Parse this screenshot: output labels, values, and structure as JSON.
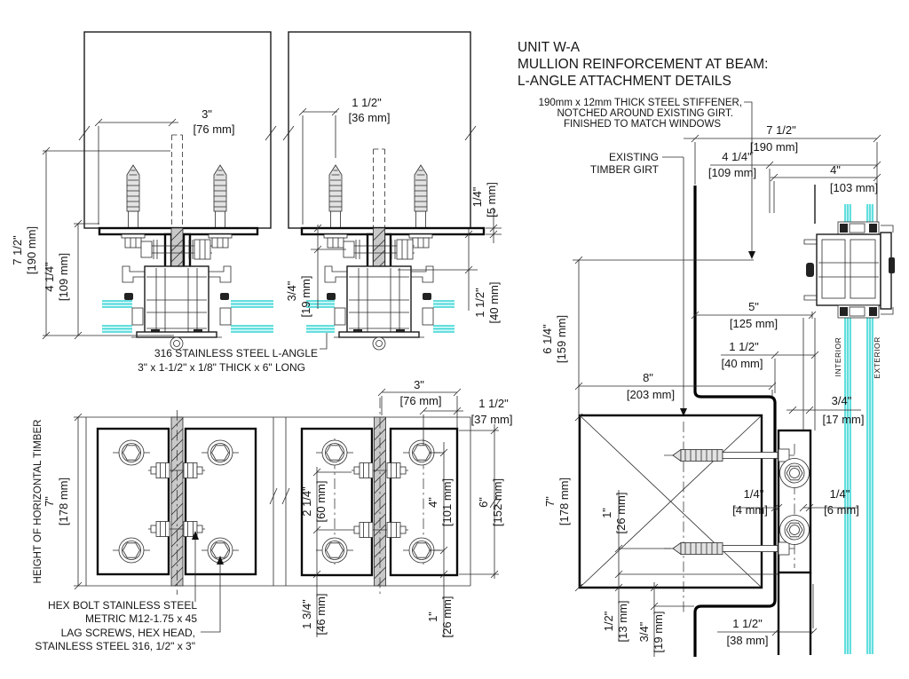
{
  "title": {
    "line1": "UNIT W-A",
    "line2": "MULLION REINFORCEMENT AT BEAM:",
    "line3": "L-ANGLE ATTACHMENT DETAILS"
  },
  "labels": {
    "stiffener_note_1": "190mm x 12mm THICK STEEL STIFFENER,",
    "stiffener_note_2": "NOTCHED AROUND EXISTING GIRT.",
    "stiffener_note_3": "FINISHED TO MATCH WINDOWS",
    "existing_1": "EXISTING",
    "existing_2": "TIMBER GIRT",
    "l_angle_1": "316 STAINLESS STEEL L-ANGLE",
    "l_angle_2": "3\" x 1-1/2\" x 1/8\" THICK x 6\" LONG",
    "hex_bolt_1": "HEX BOLT STAINLESS STEEL",
    "hex_bolt_2": "METRIC M12-1.75 x 45",
    "lag_1": "LAG SCREWS, HEX HEAD,",
    "lag_2": "STAINLESS STEEL 316, 1/2\" x 3\"",
    "height_timber": "HEIGHT OF HORIZONTAL TIMBER",
    "interior": "INTERIOR",
    "exterior": "EXTERIOR"
  },
  "dims": {
    "a_w": {
      "in": "3\"",
      "mm": "[76 mm]"
    },
    "a_h1": {
      "in": "7 1/2\"",
      "mm": "[190 mm]"
    },
    "a_h2": {
      "in": "4 1/4\"",
      "mm": "[109 mm]"
    },
    "b_w": {
      "in": "1 1/2\"",
      "mm": "[36 mm]"
    },
    "b_r1": {
      "in": "1/4\"",
      "mm": "[5 mm]"
    },
    "b_l1": {
      "in": "3/4\"",
      "mm": "[19 mm]"
    },
    "b_r2": {
      "in": "1 1/2\"",
      "mm": "[40 mm]"
    },
    "c_h": {
      "in": "7\"",
      "mm": "[178 mm]"
    },
    "d_w1": {
      "in": "3\"",
      "mm": "[76 mm]"
    },
    "d_w2": {
      "in": "1 1/2\"",
      "mm": "[37 mm]"
    },
    "d_l": {
      "in": "2 1/4\"",
      "mm": "[60 mm]"
    },
    "d_r1": {
      "in": "4\"",
      "mm": "[101 mm]"
    },
    "d_r2": {
      "in": "6\"",
      "mm": "[152 mm]"
    },
    "d_b1": {
      "in": "1 3/4\"",
      "mm": "[46 mm]"
    },
    "d_b2": {
      "in": "1\"",
      "mm": "[26 mm]"
    },
    "e_w1": {
      "in": "7 1/2\"",
      "mm": "[190 mm]"
    },
    "e_w2": {
      "in": "4 1/4\"",
      "mm": "[109 mm]"
    },
    "e_w3": {
      "in": "4\"",
      "mm": "[103 mm]"
    },
    "e_w4": {
      "in": "5\"",
      "mm": "[125 mm]"
    },
    "e_w5": {
      "in": "1 1/2\"",
      "mm": "[40 mm]"
    },
    "e_h1": {
      "in": "6 1/4\"",
      "mm": "[159 mm]"
    },
    "e_w6": {
      "in": "8\"",
      "mm": "[203 mm]"
    },
    "e_h2": {
      "in": "7\"",
      "mm": "[178 mm]"
    },
    "e_h3": {
      "in": "1\"",
      "mm": "[26 mm]"
    },
    "e_s1": {
      "in": "1/4\"",
      "mm": "[4 mm]"
    },
    "e_s2": {
      "in": "1/4\"",
      "mm": "[6 mm]"
    },
    "e_s3": {
      "in": "3/4\"",
      "mm": "[17 mm]"
    },
    "e_b1": {
      "in": "1/2\"",
      "mm": "[13 mm]"
    },
    "e_b2": {
      "in": "3/4\"",
      "mm": "[19 mm]"
    },
    "e_b3": {
      "in": "1 1/2\"",
      "mm": "[38 mm]"
    }
  },
  "colors": {
    "line": "#1a1a1a",
    "glass_fill": "#ccf6f6",
    "glass_line": "#2bd0d0",
    "hatch_fill": "#c9c9c9",
    "gasket": "#222222"
  }
}
